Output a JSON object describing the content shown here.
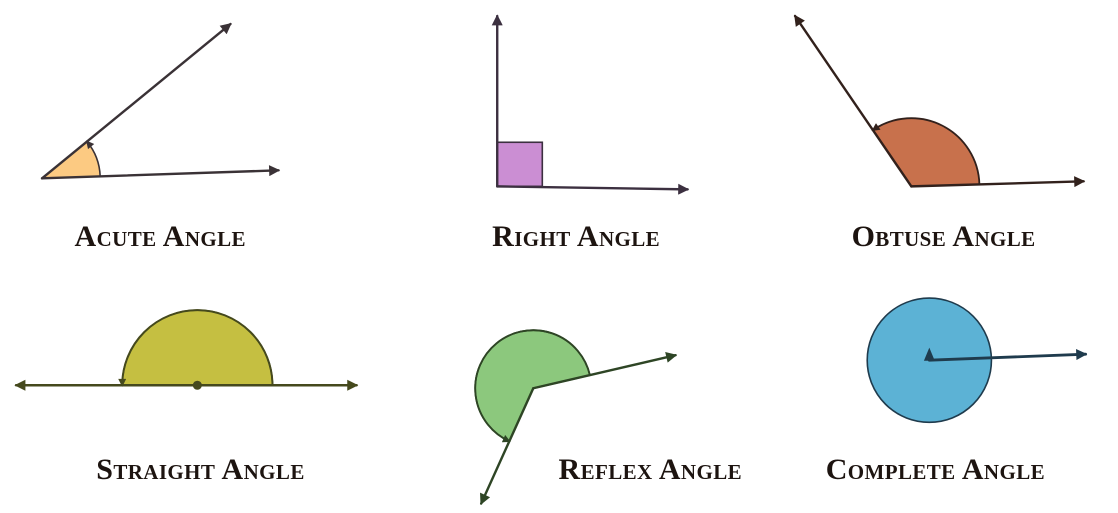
{
  "canvas": {
    "background": "#ffffff",
    "label_color": "#1d1410"
  },
  "figures": [
    {
      "label": "Acute Angle",
      "fill": "#fcca82",
      "line": "#3a3236"
    },
    {
      "label": "Right Angle",
      "fill": "#cb8ed3",
      "line": "#3c3040"
    },
    {
      "label": "Obtuse Angle",
      "fill": "#c8714c",
      "line": "#32211c"
    },
    {
      "label": "Straight Angle",
      "fill": "#c5bf41",
      "line": "#45491d"
    },
    {
      "label": "Reflex Angle",
      "fill": "#8cc87d",
      "line": "#2e4525"
    },
    {
      "label": "Complete Angle",
      "fill": "#5cb2d5",
      "line": "#1f3b4d"
    }
  ]
}
